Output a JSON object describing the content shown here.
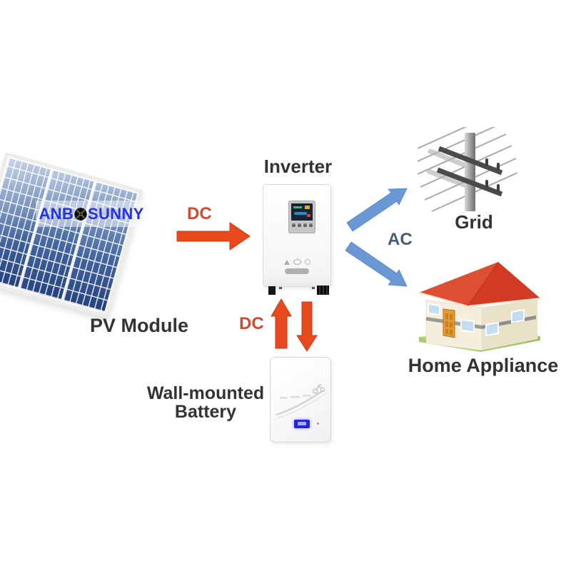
{
  "brand": {
    "full_name": "ANBOSUNNY",
    "part1": "ANB",
    "part2": "SUNNY",
    "icon": "sun-logo-icon"
  },
  "nodes": {
    "pv": {
      "label": "PV Module"
    },
    "inverter": {
      "label": "Inverter"
    },
    "grid": {
      "label": "Grid"
    },
    "home": {
      "label": "Home Appliance"
    },
    "battery": {
      "label_line1": "Wall-mounted",
      "label_line2": "Battery"
    }
  },
  "edges": [
    {
      "from": "PV Module",
      "to": "Inverter",
      "label": "DC",
      "current": "dc",
      "direction": "right"
    },
    {
      "from": "Inverter",
      "to": "Grid",
      "label": "AC",
      "current": "ac",
      "direction": "up-right"
    },
    {
      "from": "Inverter",
      "to": "Home Appliance",
      "label": "AC",
      "current": "ac",
      "direction": "down-right"
    },
    {
      "from": "Inverter",
      "to": "Wall-mounted Battery",
      "label": "DC",
      "current": "dc",
      "direction": "bidirectional"
    }
  ],
  "colors": {
    "background": "#FFFFFF",
    "dc_arrow": "#E8491D",
    "dc_arrow_outline": "#C63A10",
    "dc_label": "#CE4B33",
    "ac_arrow": "#6A98D4",
    "ac_arrow_outline": "#5585C2",
    "ac_label": "#4A5C74",
    "node_label": "#333333",
    "logo_blue": "#2433DF",
    "roof_red": "#D23A22",
    "battery_display_blue": "#2626D8"
  }
}
